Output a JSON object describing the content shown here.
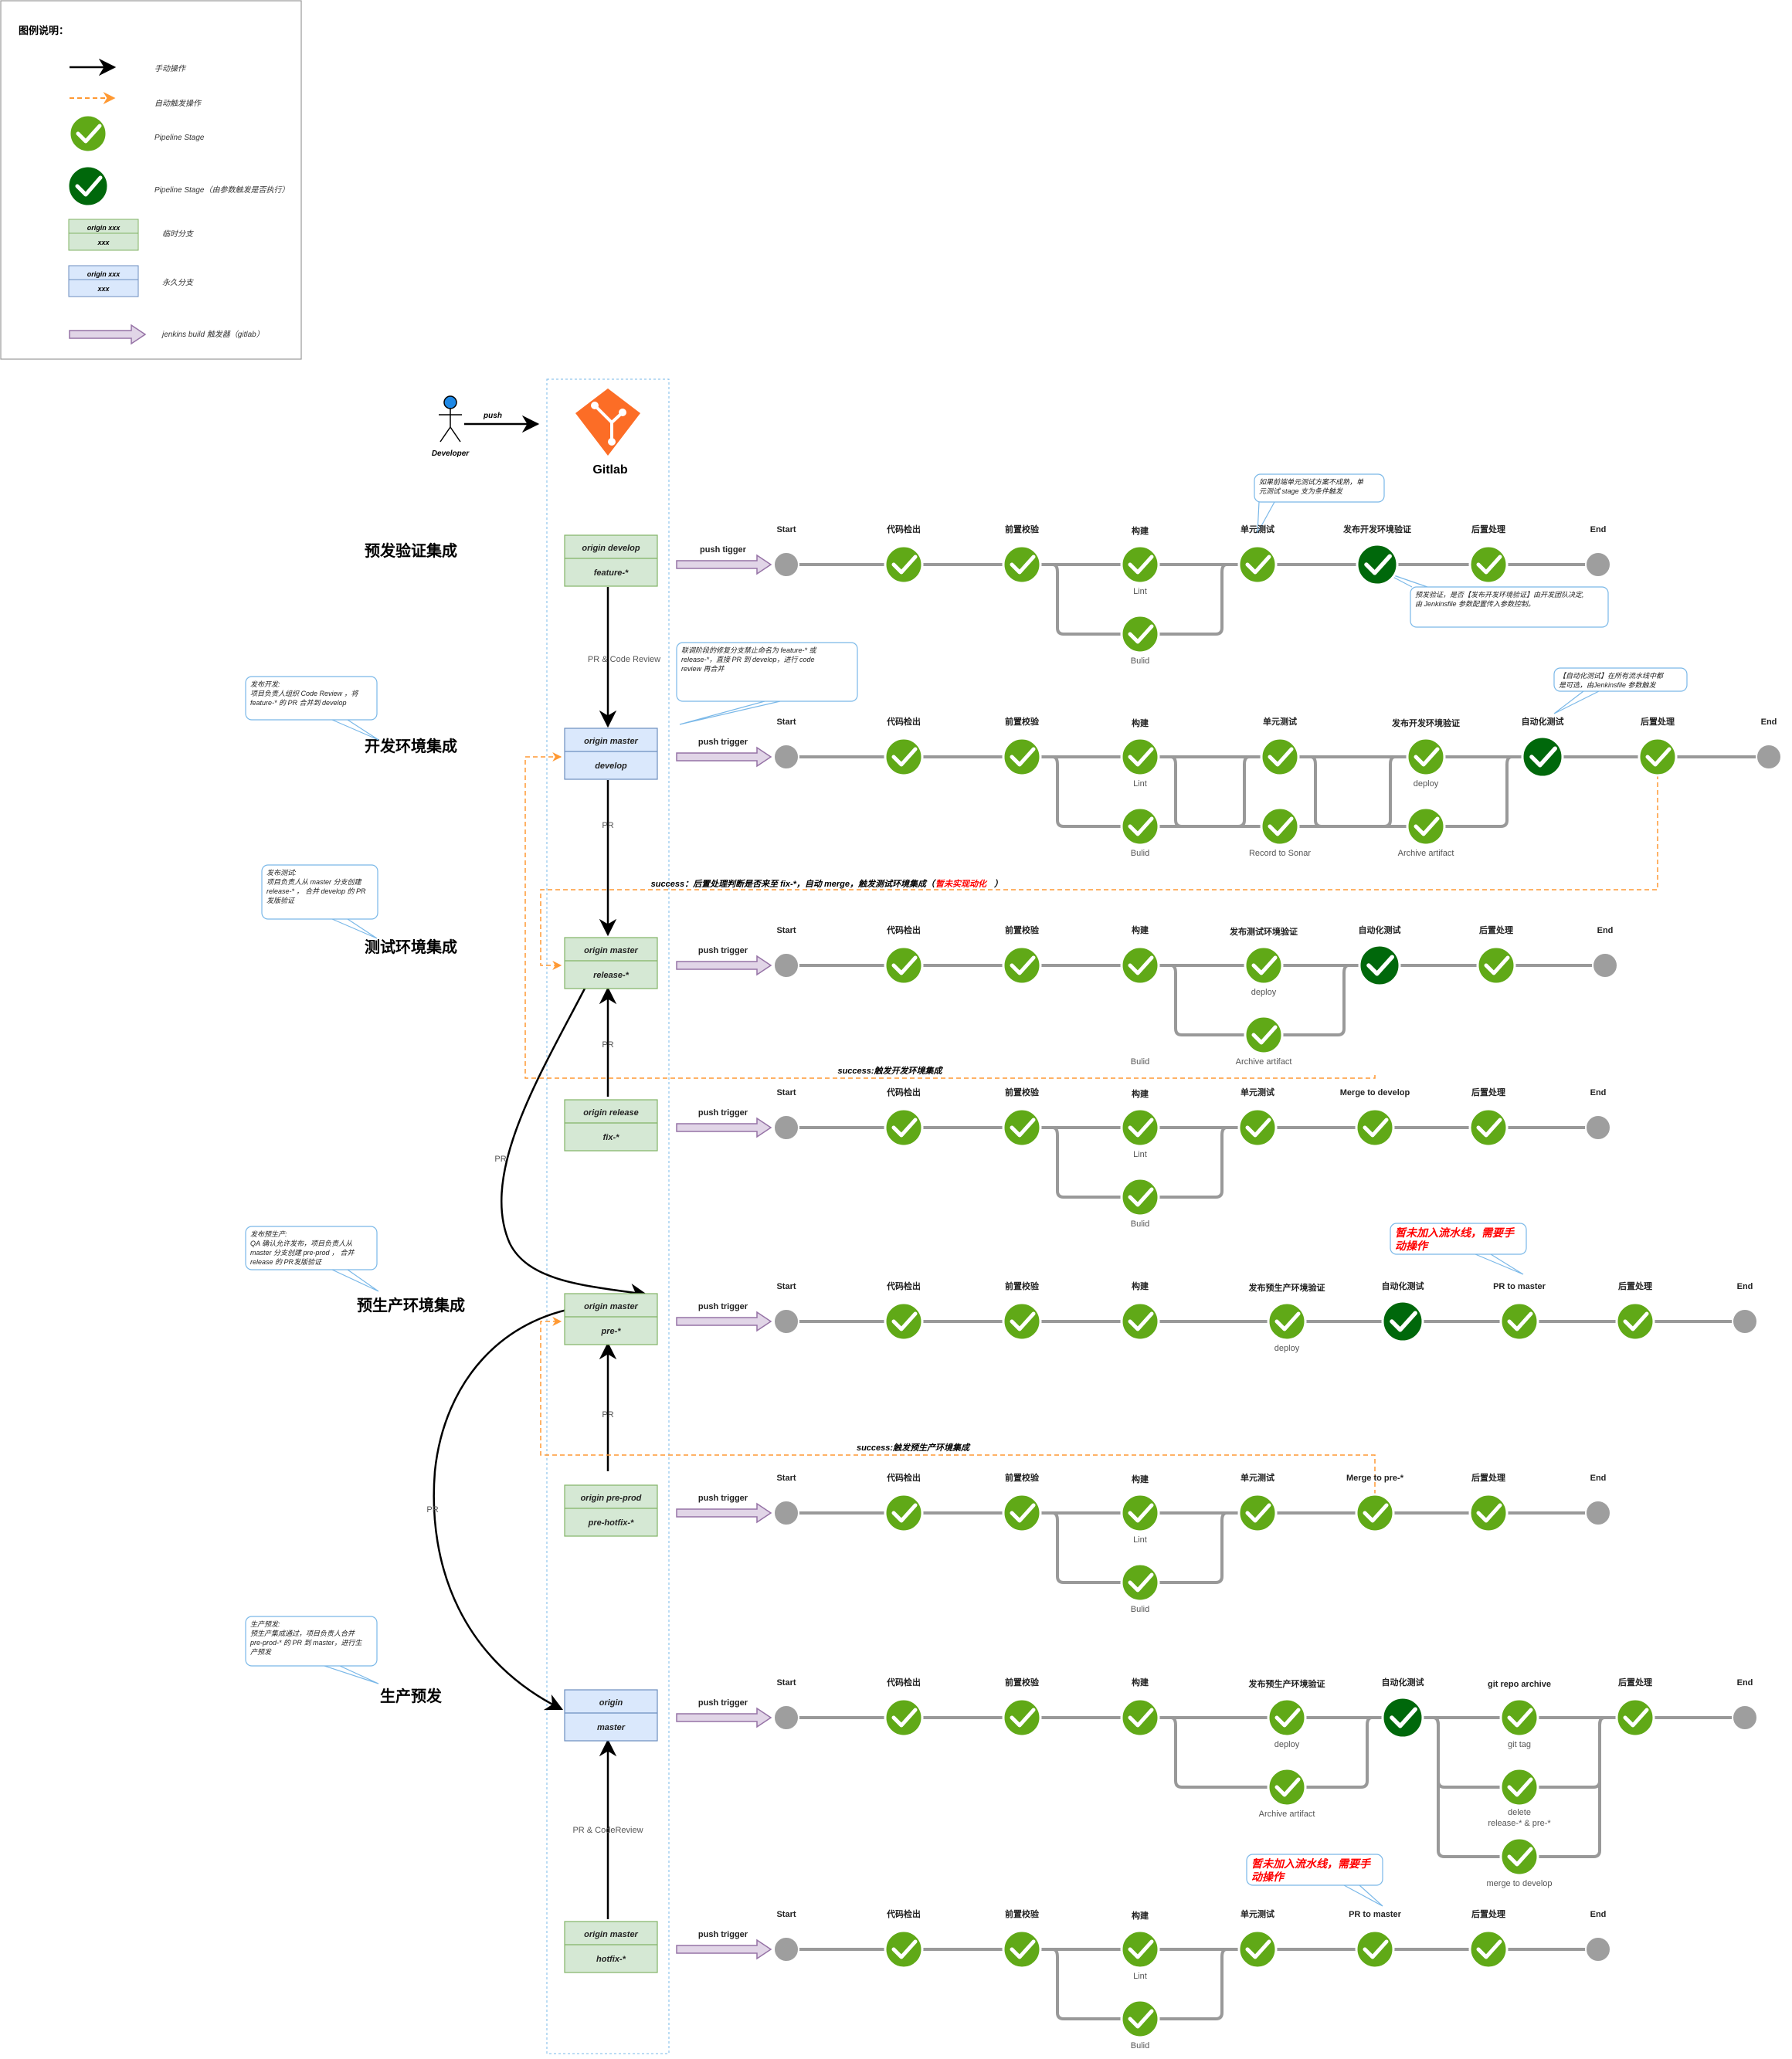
{
  "legend": {
    "title": "图例说明：",
    "items": [
      {
        "label": "手动操作",
        "kind": "manual-arrow"
      },
      {
        "label": "自动触发操作",
        "kind": "auto-arrow"
      },
      {
        "label": "Pipeline Stage",
        "kind": "stage"
      },
      {
        "label": "Pipeline Stage（由参数触发是否执行）",
        "kind": "param-stage"
      },
      {
        "label": "临时分支",
        "kind": "temp-branch",
        "branch_top": "origin xxx",
        "branch_bottom": "xxx"
      },
      {
        "label": "永久分支",
        "kind": "perm-branch",
        "branch_top": "origin xxx",
        "branch_bottom": "xxx"
      },
      {
        "label": "jenkins build 触发器（gitlab）",
        "kind": "trigger"
      }
    ]
  },
  "actor": {
    "name": "Developer",
    "push_label": "push",
    "gitlab_label": "Gitlab"
  },
  "branches": [
    {
      "id": "feature",
      "top": "origin develop",
      "bottom": "feature-*",
      "kind": "temp"
    },
    {
      "id": "develop",
      "top": "origin master",
      "bottom": "develop",
      "kind": "perm"
    },
    {
      "id": "release",
      "top": "origin master",
      "bottom": "release-*",
      "kind": "temp"
    },
    {
      "id": "fix",
      "top": "origin release",
      "bottom": "fix-*",
      "kind": "temp"
    },
    {
      "id": "pre",
      "top": "origin master",
      "bottom": "pre-*",
      "kind": "temp"
    },
    {
      "id": "prehotfix",
      "top": "origin pre-prod",
      "bottom": "pre-hotfix-*",
      "kind": "temp"
    },
    {
      "id": "master",
      "top": "origin",
      "bottom": "master",
      "kind": "perm"
    },
    {
      "id": "hotfix",
      "top": "origin master",
      "bottom": "hotfix-*",
      "kind": "temp"
    }
  ],
  "section_titles": [
    {
      "id": "pre-verify",
      "text": "预发验证集成"
    },
    {
      "id": "dev-env",
      "text": "开发环境集成"
    },
    {
      "id": "test-env",
      "text": "测试环境集成"
    },
    {
      "id": "preprod-env",
      "text": "预生产环境集成"
    },
    {
      "id": "prod-release",
      "text": "生产预发"
    }
  ],
  "flow_labels": {
    "pr_code_review": "PR & Code Review",
    "pr": "PR",
    "pr_codereview": "PR & CodeReview",
    "push_trigger": "push trigger",
    "push_tigger": "push tigger"
  },
  "pipelines": [
    {
      "id": "feature",
      "trigger": "push tigger",
      "main": [
        {
          "label": "Start",
          "kind": "start"
        },
        {
          "label": "代码检出",
          "kind": "stage"
        },
        {
          "label": "前置校验",
          "kind": "stage"
        },
        {
          "label": "构建",
          "kind": "stage",
          "sub": "Lint"
        },
        {
          "label": "单元测试",
          "kind": "stage"
        },
        {
          "label": "发布开发环境验证",
          "kind": "param"
        },
        {
          "label": "后置处理",
          "kind": "stage"
        },
        {
          "label": "End",
          "kind": "end"
        }
      ],
      "branches": [
        {
          "label": "Bulid",
          "from": 2,
          "to": 4
        }
      ]
    },
    {
      "id": "develop",
      "trigger": "push trigger",
      "main": [
        {
          "label": "Start",
          "kind": "start"
        },
        {
          "label": "代码检出",
          "kind": "stage"
        },
        {
          "label": "前置校验",
          "kind": "stage"
        },
        {
          "label": "构建",
          "kind": "stage",
          "sub": "Lint"
        },
        {
          "label": "单元测试",
          "kind": "stage"
        },
        {
          "label": "发布开发环境验证",
          "kind": "stage",
          "sub": "deploy"
        },
        {
          "label": "自动化测试",
          "kind": "param"
        },
        {
          "label": "后置处理",
          "kind": "stage"
        },
        {
          "label": "End",
          "kind": "end"
        }
      ],
      "branches": [
        {
          "label": "Bulid",
          "from": 2,
          "to": 4
        },
        {
          "label": "Record to Sonar",
          "from": 3,
          "to": 5
        },
        {
          "label": "Archive artifact",
          "from": 4,
          "to": 6
        }
      ]
    },
    {
      "id": "release",
      "trigger": "push trigger",
      "main": [
        {
          "label": "Start",
          "kind": "start"
        },
        {
          "label": "代码检出",
          "kind": "stage"
        },
        {
          "label": "前置校验",
          "kind": "stage"
        },
        {
          "label": "构建",
          "kind": "stage",
          "sub": "Bulid",
          "sub_below": true
        },
        {
          "label": "发布测试环境验证",
          "kind": "stage",
          "sub": "deploy"
        },
        {
          "label": "自动化测试",
          "kind": "param"
        },
        {
          "label": "后置处理",
          "kind": "stage"
        },
        {
          "label": "End",
          "kind": "end"
        }
      ],
      "branches": [
        {
          "label": "Archive artifact",
          "from": 3,
          "to": 5
        }
      ]
    },
    {
      "id": "fix",
      "trigger": "push trigger",
      "main": [
        {
          "label": "Start",
          "kind": "start"
        },
        {
          "label": "代码检出",
          "kind": "stage"
        },
        {
          "label": "前置校验",
          "kind": "stage"
        },
        {
          "label": "构建",
          "kind": "stage",
          "sub": "Lint"
        },
        {
          "label": "单元测试",
          "kind": "stage"
        },
        {
          "label": "Merge to develop",
          "kind": "stage"
        },
        {
          "label": "后置处理",
          "kind": "stage"
        },
        {
          "label": "End",
          "kind": "end"
        }
      ],
      "branches": [
        {
          "label": "Bulid",
          "from": 2,
          "to": 4
        }
      ]
    },
    {
      "id": "pre",
      "trigger": "push trigger",
      "main": [
        {
          "label": "Start",
          "kind": "start"
        },
        {
          "label": "代码检出",
          "kind": "stage"
        },
        {
          "label": "前置校验",
          "kind": "stage"
        },
        {
          "label": "构建",
          "kind": "stage"
        },
        {
          "label": "发布预生产环境验证",
          "kind": "stage",
          "sub": "deploy"
        },
        {
          "label": "自动化测试",
          "kind": "param"
        },
        {
          "label": "PR to master",
          "kind": "stage"
        },
        {
          "label": "后置处理",
          "kind": "stage"
        },
        {
          "label": "End",
          "kind": "end"
        }
      ],
      "branches": []
    },
    {
      "id": "prehotfix",
      "trigger": "push trigger",
      "main": [
        {
          "label": "Start",
          "kind": "start"
        },
        {
          "label": "代码检出",
          "kind": "stage"
        },
        {
          "label": "前置校验",
          "kind": "stage"
        },
        {
          "label": "构建",
          "kind": "stage",
          "sub": "Lint"
        },
        {
          "label": "单元测试",
          "kind": "stage"
        },
        {
          "label": "Merge to pre-*",
          "kind": "stage"
        },
        {
          "label": "后置处理",
          "kind": "stage"
        },
        {
          "label": "End",
          "kind": "end"
        }
      ],
      "branches": [
        {
          "label": "Bulid",
          "from": 2,
          "to": 4
        }
      ]
    },
    {
      "id": "master",
      "trigger": "push trigger",
      "main": [
        {
          "label": "Start",
          "kind": "start"
        },
        {
          "label": "代码检出",
          "kind": "stage"
        },
        {
          "label": "前置校验",
          "kind": "stage"
        },
        {
          "label": "构建",
          "kind": "stage"
        },
        {
          "label": "发布预生产环境验证",
          "kind": "stage",
          "sub": "deploy"
        },
        {
          "label": "自动化测试",
          "kind": "param"
        },
        {
          "label": "git repo archive",
          "kind": "stage",
          "sub": "git tag"
        },
        {
          "label": "后置处理",
          "kind": "stage"
        },
        {
          "label": "End",
          "kind": "end"
        }
      ],
      "branches": [
        {
          "label": "Archive artifact",
          "from": 3,
          "to": 5
        },
        {
          "label": "delete release-* & pre-*",
          "from": 5,
          "to": 7
        },
        {
          "label": "merge to develop",
          "from": 5,
          "to": 7,
          "level": 2
        }
      ]
    },
    {
      "id": "hotfix",
      "trigger": "push trigger",
      "main": [
        {
          "label": "Start",
          "kind": "start"
        },
        {
          "label": "代码检出",
          "kind": "stage"
        },
        {
          "label": "前置校验",
          "kind": "stage"
        },
        {
          "label": "构建",
          "kind": "stage",
          "sub": "Lint"
        },
        {
          "label": "单元测试",
          "kind": "stage"
        },
        {
          "label": "PR to master",
          "kind": "stage"
        },
        {
          "label": "后置处理",
          "kind": "stage"
        },
        {
          "label": "End",
          "kind": "end"
        }
      ],
      "branches": [
        {
          "label": "Bulid",
          "from": 2,
          "to": 4
        }
      ]
    }
  ],
  "callouts": [
    {
      "id": "unit-test-note",
      "lines": [
        "如果前端单元测试方案不成熟，单",
        "元测试 stage 支为条件触发"
      ]
    },
    {
      "id": "pre-verify-note",
      "lines": [
        "预发验证，是否【发布开发环境验证】由开发团队决定,",
        "由 Jenkinsfile 参数配置传入参数控制。"
      ]
    },
    {
      "id": "branch-name-note",
      "lines": [
        "联调阶段的修复分支禁止命名为 feature-* 或",
        "release-*，直接 PR 到 develop，进行 code",
        "review 再合并"
      ]
    },
    {
      "id": "dev-release-note",
      "lines": [
        "发布开发:",
        "项目负责人组织 Code Review ，将",
        "feature-* 的 PR 合并到 develop"
      ]
    },
    {
      "id": "auto-test-note",
      "lines": [
        "【自动化测试】在所有流水线中都",
        "是可选，由Jenkinsfile 参数触发"
      ]
    },
    {
      "id": "test-release-note",
      "lines": [
        "发布测试:",
        "项目负责人从 master 分支创建",
        "release-* ， 合并 develop 的 PR",
        "发版验证"
      ]
    },
    {
      "id": "preprod-release-note",
      "lines": [
        "发布预生产:",
        "QA 确认允许发布，项目负责人从",
        "master 分支创建 pre-prod ， 合并",
        "release 的 PR发版验证"
      ]
    },
    {
      "id": "prod-release-note",
      "lines": [
        "生产预发:",
        "预生产集成通过，项目负责人合并",
        "pre-prod-* 的 PR 到 master，进行生",
        "产预发"
      ]
    },
    {
      "id": "not-in-pipeline-1",
      "lines": [
        "暂未加入流水线，需要手",
        "动操作"
      ],
      "color": "#ff0000"
    },
    {
      "id": "not-in-pipeline-2",
      "lines": [
        "暂未加入流水线，需要手",
        "动操作"
      ],
      "color": "#ff0000"
    }
  ],
  "auto_labels": {
    "success_release": "success：后置处理判断是否来至 fix-*，自动 merge，触发测试环境集成（",
    "success_release_red": "暂未实现动化",
    "success_release_close": "）",
    "success_dev": "success:触发开发环境集成",
    "success_preprod": "success:触发预生产环境集成"
  },
  "colors": {
    "stage_green": "#60a917",
    "param_green": "#00680b",
    "gray_node": "#9e9e9e",
    "temp_branch_fill": "#d5e8d4",
    "temp_branch_stroke": "#82b366",
    "perm_branch_fill": "#dae8fc",
    "perm_branch_stroke": "#6c8ebf",
    "auto_orange": "#ff9933",
    "gitlab_orange": "#fc6d26",
    "trigger_fill": "#e1d5e7",
    "trigger_stroke": "#9673a6",
    "callout_stroke": "#7ab8e8",
    "red_note": "#ff0000"
  }
}
